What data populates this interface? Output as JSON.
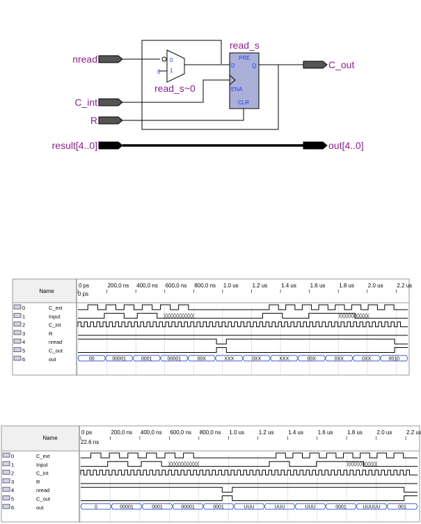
{
  "schematic": {
    "inputs": [
      "nread",
      "C_int",
      "R",
      "result[4..0]"
    ],
    "outputs": [
      "C_out",
      "out[4..0]"
    ],
    "mux_label": "read_s~0",
    "mux_in0": "0",
    "mux_in1": "1",
    "mux_sel0": "0",
    "mux_sel1": "1",
    "reg_title": "read_s",
    "reg_pins": {
      "pre": "PRE",
      "d": "D",
      "q": "Q",
      "ena": "ENA",
      "clr": "CLR"
    }
  },
  "waveforms": [
    {
      "time_labels": [
        "0 ps",
        "200,0 ns",
        "400,0 ns",
        "600,0 ns",
        "800,0 ns",
        "1.0 us",
        "1.2 us",
        "1.4 us",
        "1.6 us",
        "1.8 us",
        "2.0 us",
        "2.2 us"
      ],
      "cursor": "0 ps",
      "name_header": "Name",
      "signals": [
        {
          "idx": "0",
          "name": "C_ext"
        },
        {
          "idx": "1",
          "name": "Input"
        },
        {
          "idx": "2",
          "name": "C_int"
        },
        {
          "idx": "3",
          "name": "R"
        },
        {
          "idx": "4",
          "name": "nread"
        },
        {
          "idx": "5",
          "name": "C_out"
        },
        {
          "idx": "6",
          "name": "out"
        }
      ],
      "bus_values": [
        "00",
        "00001",
        "0001",
        "00001",
        "00X",
        "XXX",
        "0XX",
        "XXX",
        "00X",
        "0XX",
        "0XX",
        "0010"
      ]
    },
    {
      "time_labels": [
        "0 ps",
        "200,0 ns",
        "400,0 ns",
        "600,0 ns",
        "800,0 ns",
        "1.0 us",
        "1.2 us",
        "1.4 us",
        "1.6 us",
        "1.8 us",
        "2.0 us",
        "2.2 us"
      ],
      "cursor": "22.6 ns",
      "name_header": "Name",
      "signals": [
        {
          "idx": "0",
          "name": "C_ext"
        },
        {
          "idx": "1",
          "name": "Input"
        },
        {
          "idx": "2",
          "name": "C_int"
        },
        {
          "idx": "3",
          "name": "R"
        },
        {
          "idx": "4",
          "name": "nread"
        },
        {
          "idx": "5",
          "name": "C_out"
        },
        {
          "idx": "6",
          "name": "out"
        }
      ],
      "bus_values": [
        "0",
        "00001",
        "0001",
        "00001",
        "0001",
        "UUU",
        "UUU",
        "UUU",
        "0001",
        "UUUUU",
        "001"
      ]
    }
  ]
}
